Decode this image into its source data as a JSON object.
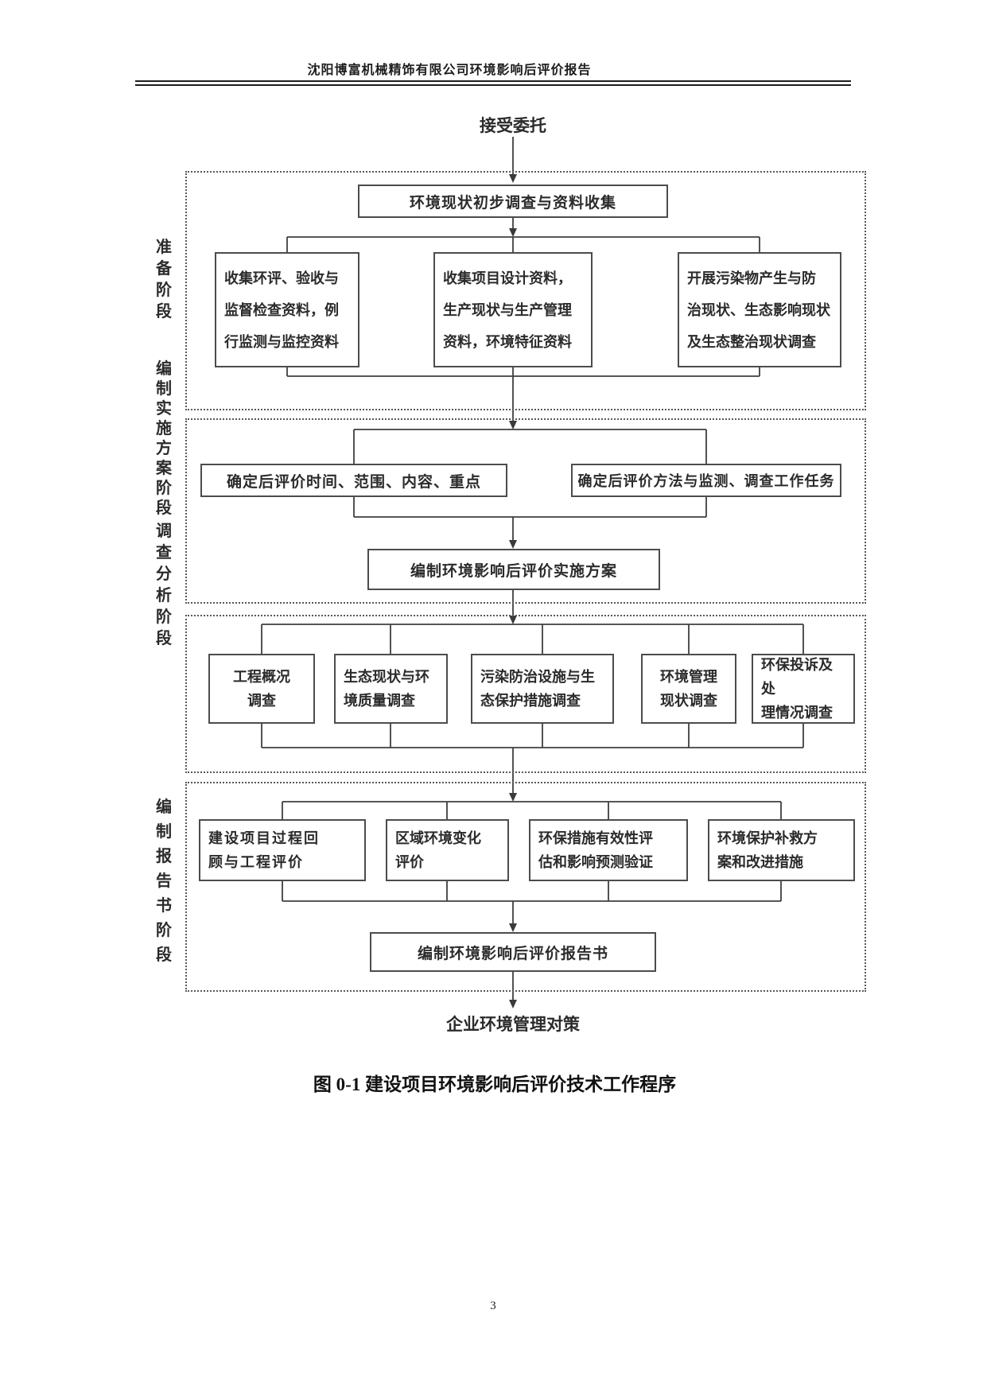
{
  "page": {
    "header_title": "沈阳博富机械精饰有限公司环境影响后评价报告",
    "caption": "图 0-1  建设项目环境影响后评价技术工作程序",
    "page_number": "3",
    "ink_color": "#2b2b2b"
  },
  "flowchart": {
    "start": "接受委托",
    "end": "企业环境管理对策",
    "stages": [
      {
        "label": "准备阶段"
      },
      {
        "label": "编制实施方案阶段"
      },
      {
        "label": "调查分析阶段"
      },
      {
        "label": "编制报告书阶段"
      }
    ],
    "nodes": {
      "initial_survey": "环境现状初步调查与资料收集",
      "collect_eia": "收集环评、验收与\n监督检查资料，例\n行监测与监控资料",
      "collect_design": "收集项目设计资料，\n生产现状与生产管理\n资料，环境特征资料",
      "pollution_survey": "开展污染物产生与防\n治现状、生态影响现状\n及生态整治现状调查",
      "determine_scope": "确定后评价时间、范围、内容、重点",
      "determine_method": "确定后评价方法与监测、调查工作任务",
      "compile_plan": "编制环境影响后评价实施方案",
      "project_overview": "工程概况\n调查",
      "eco_status": "生态现状与环\n境质量调查",
      "pollution_control": "污染防治设施与生\n态保护措施调查",
      "env_management": "环境管理\n现状调查",
      "complaints": "环保投诉及处\n理情况调查",
      "project_review": "建设项目过程回\n顾与工程评价",
      "regional_change": "区域环境变化\n评价",
      "measure_validation": "环保措施有效性评\n估和影响预测验证",
      "remedy_plan": "环境保护补救方\n案和改进措施",
      "compile_report": "编制环境影响后评价报告书"
    }
  }
}
